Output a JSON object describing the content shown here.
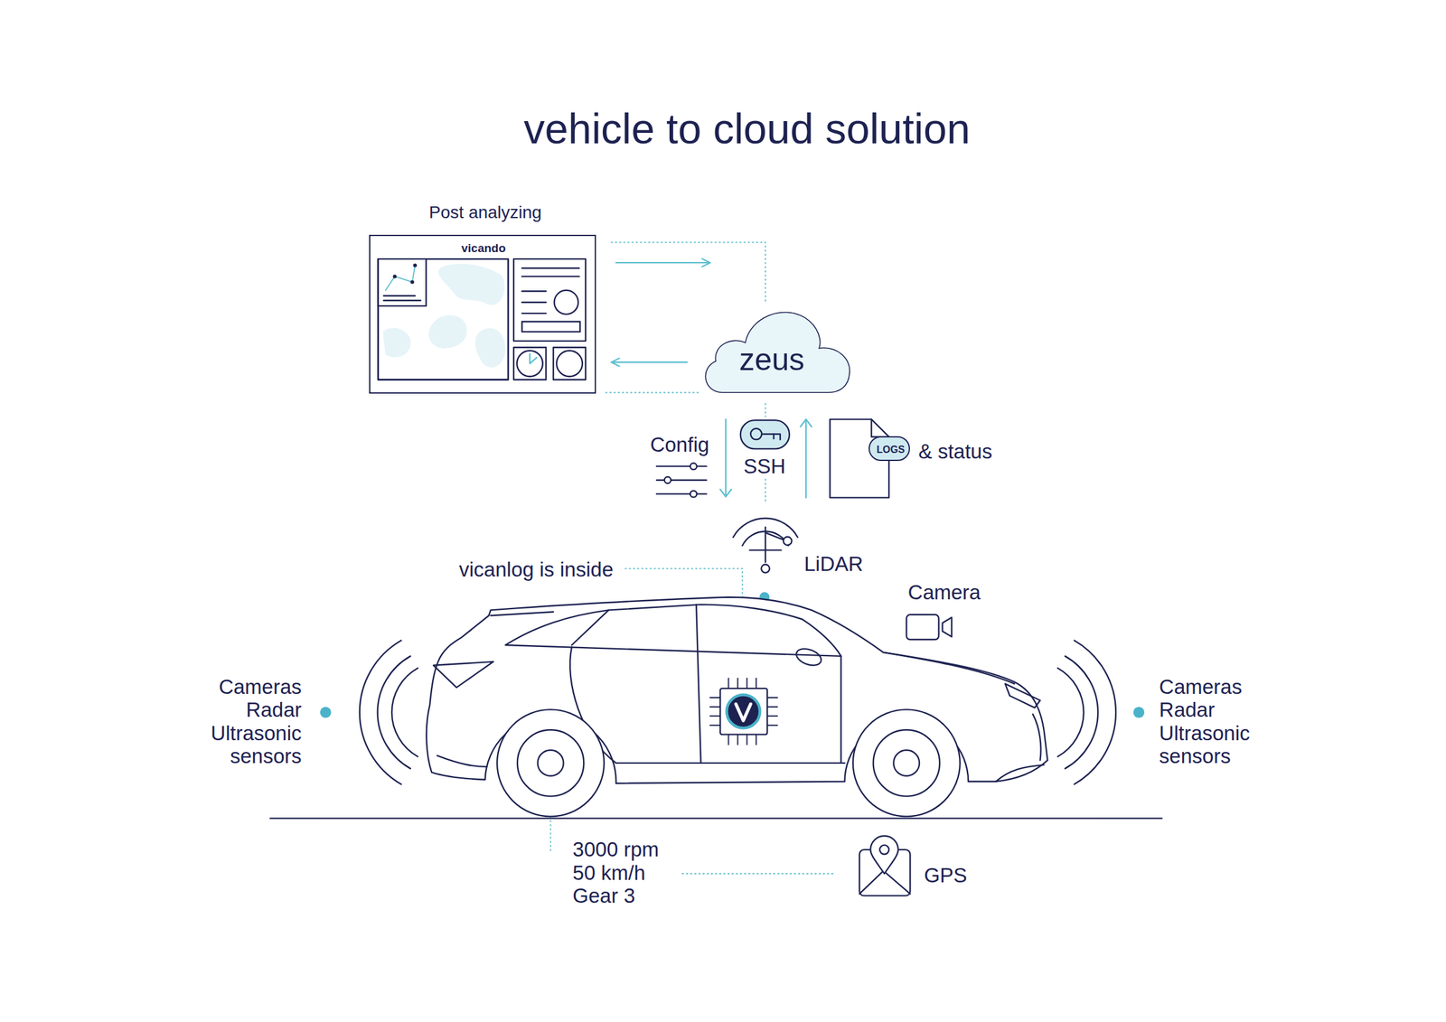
{
  "diagram": {
    "title": "vehicle to cloud solution",
    "nodes": [
      {
        "text": [
          "Post analyzing",
          "vicando"
        ]
      },
      {
        "text": [
          "zeus"
        ]
      },
      {
        "text": [
          "LOGS"
        ]
      }
    ],
    "edges": [
      {
        "from": 0,
        "to": 1,
        "arrow": "to"
      },
      {
        "from": 1,
        "to": 0,
        "arrow": "to"
      }
    ],
    "labels": [
      "Config",
      "SSH",
      "& status",
      "LiDAR",
      "vicanlog is inside",
      "Camera",
      "Cameras Radar Ultrasonic sensors",
      "Cameras Radar Ultrasonic sensors",
      "3000 rpm",
      "50 km/h",
      "Gear 3",
      "GPS"
    ]
  }
}
